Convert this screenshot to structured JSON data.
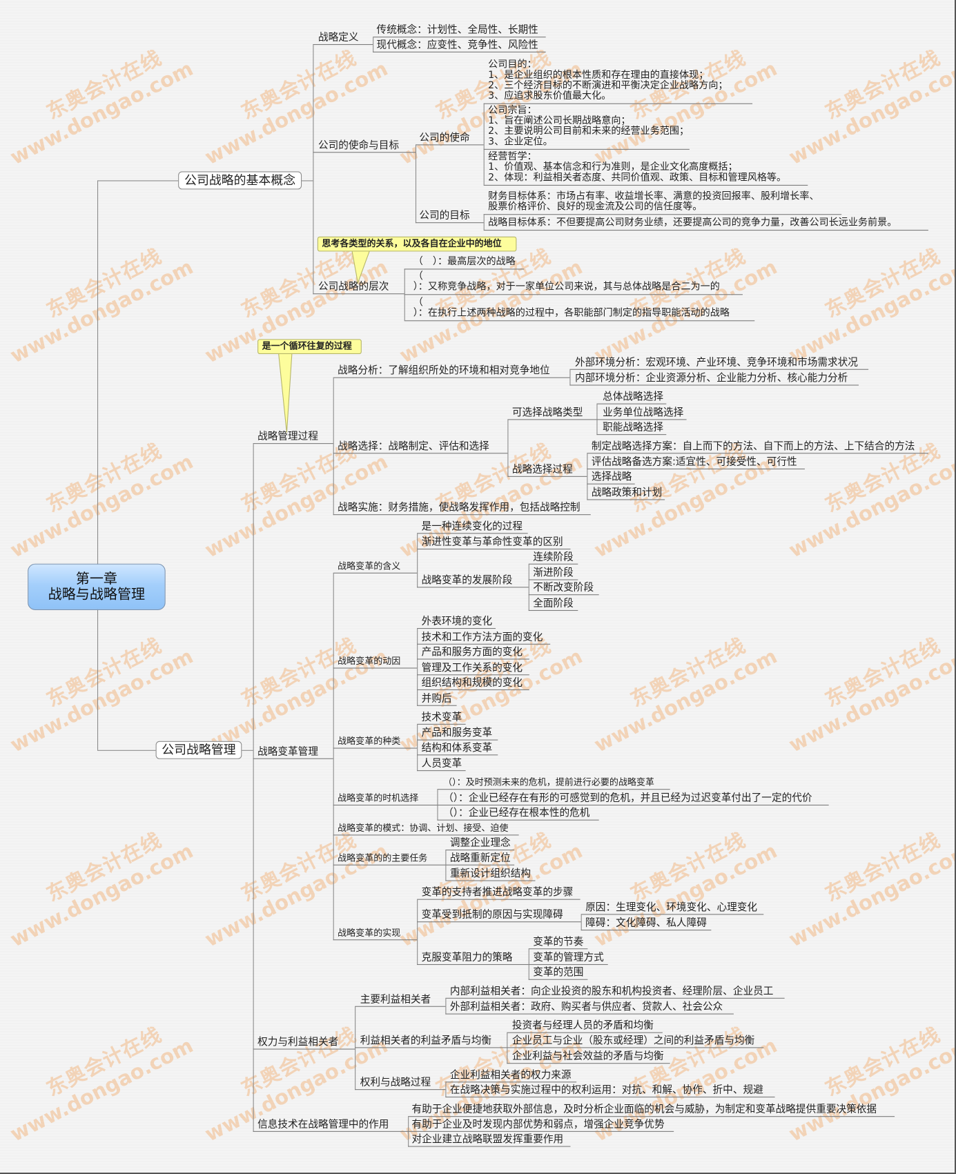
{
  "root": {
    "line1": "第一章",
    "line2": "战略与战略管理"
  },
  "basics": {
    "label": "公司战略的基本概念",
    "definition": {
      "label": "战略定义",
      "items": [
        "传统概念：计划性、全局性、长期性",
        "现代概念：应变性、竞争性、风险性"
      ]
    },
    "mission_goals": {
      "label": "公司的使命与目标",
      "mission": {
        "label": "公司的使命",
        "purpose": [
          "公司目的：",
          "1、是企业组织的根本性质和存在理由的直接体现；",
          "2、三个经济目标的不断演进和平衡决定企业战略方向；",
          "3、应追求股东价值最大化。"
        ],
        "tenet": [
          "公司宗旨：",
          "1、旨在阐述公司长期战略意向；",
          "2、主要说明公司目前和未来的经营业务范围；",
          "3、企业定位。"
        ],
        "philosophy": [
          "经营哲学：",
          "1、价值观、基本信念和行为准则，是企业文化高度概括；",
          "2、体现：利益相关者态度、共同价值观、政策、目标和管理风格等。"
        ]
      },
      "goals": {
        "label": "公司的目标",
        "financial": [
          "财务目标体系：市场占有率、收益增长率、满意的投资回报率、股利增长率、",
          "股票价格评价、良好的现金流及公司的信任度等。"
        ],
        "strategic": [
          "战略目标体系：不但要提高公司财务业绩，还要提高公司的竞争力量，改善公司长远业务前景。"
        ]
      }
    },
    "levels": {
      "label": "公司战略的层次",
      "callout": "思考各类型的关系，以及各自在企业中的地位",
      "items": [
        [
          "（　）：最高层次的战略"
        ],
        [
          "（",
          "）：又称竞争战略，对于一家单位公司来说，其与总体战略是合二为一的"
        ],
        [
          "（",
          "）：在执行上述两种战略的过程中，各职能部门制定的指导职能活动的战略"
        ]
      ]
    }
  },
  "management": {
    "label": "公司战略管理",
    "process": {
      "label": "战略管理过程",
      "callout": "是一个循环往复的过程",
      "analysis": {
        "label": "战略分析：了解组织所处的环境和相对竞争地位",
        "items": [
          "外部环境分析：宏观环境、产业环境、竞争环境和市场需求状况",
          "内部环境分析：企业资源分析、企业能力分析、核心能力分析"
        ]
      },
      "choice": {
        "label": "战略选择：战略制定、评估和选择",
        "types": {
          "label": "可选择战略类型",
          "items": [
            "总体战略选择",
            "业务单位战略选择",
            "职能战略选择"
          ]
        },
        "process": {
          "label": "战略选择过程",
          "items": [
            "制定战略选择方案：自上而下的方法、自下而上的方法、上下结合的方法",
            "评估战略备选方案:适宜性、可接受性、可行性",
            "选择战略",
            "战略政策和计划"
          ]
        }
      },
      "implementation": "战略实施：财务措施，使战略发挥作用，包括战略控制"
    },
    "change": {
      "label": "战略变革管理",
      "meaning": {
        "label": "战略变革的含义",
        "items": [
          "是一种连续变化的过程",
          "渐进性变革与革命性变革的区别"
        ],
        "stages": {
          "label": "战略变革的发展阶段",
          "items": [
            "连续阶段",
            "渐进阶段",
            "不断改变阶段",
            "全面阶段"
          ]
        }
      },
      "causes": {
        "label": "战略变革的动因",
        "items": [
          "外表环境的变化",
          "技术和工作方法方面的变化",
          "产品和服务方面的变化",
          "管理及工作关系的变化",
          "组织结构和规模的变化",
          "并购后"
        ]
      },
      "types": {
        "label": "战略变革的种类",
        "items": [
          "技术变革",
          "产品和服务变革",
          "结构和体系变革",
          "人员变革"
        ]
      },
      "timing": {
        "label": "战略变革的时机选择",
        "items": [
          "（）：及时预测未来的危机，提前进行必要的战略变革",
          "（）：企业已经存在有形的可感觉到的危机，并且已经为过迟变革付出了一定的代价",
          "（）：企业已经存在根本性的危机"
        ]
      },
      "modes": "战略变革的模式：协调、计划、接受、迫使",
      "tasks": {
        "label": "战略变革的的主要任务",
        "items": [
          "调整企业理念",
          "战略重新定位",
          "重新设计组织结构"
        ]
      },
      "realization": {
        "label": "战略变革的实现",
        "steps": "变革的支持者推进战略变革的步骤",
        "resistance": {
          "label": "变革受到抵制的原因与实现障碍",
          "items": [
            "原因：生理变化、环境变化、心理变化",
            "障碍：文化障碍、私人障碍"
          ]
        },
        "overcome": {
          "label": "克服变革阻力的策略",
          "items": [
            "变革的节奏",
            "变革的管理方式",
            "变革的范围"
          ]
        }
      }
    },
    "stakeholders": {
      "label": "权力与利益相关者",
      "main": {
        "label": "主要利益相关者",
        "items": [
          "内部利益相关者：向企业投资的股东和机构投资者、经理阶层、企业员工",
          "外部利益相关者：政府、购买者与供应者、贷款人、社会公众"
        ]
      },
      "conflicts": {
        "label": "利益相关者的利益矛盾与均衡",
        "items": [
          "投资者与经理人员的矛盾和均衡",
          "企业员工与企业（股东或经理）之间的利益矛盾与均衡",
          "企业利益与社会效益的矛盾与均衡"
        ]
      },
      "power": {
        "label": "权利与战略过程",
        "items": [
          "企业利益相关者的权力来源",
          "在战略决策与实施过程中的权利运用：对抗、和解、协作、折中、规避"
        ]
      }
    },
    "it": {
      "label": "信息技术在战略管理中的作用",
      "items": [
        "有助于企业便捷地获取外部信息，及时分析企业面临的机会与威胁，为制定和变革战略提供重要决策依据",
        "有助于企业及时发现内部优势和弱点，增强企业竞争优势",
        "对企业建立战略联盟发挥重要作用"
      ]
    }
  },
  "watermark": {
    "line1": "东奥会计在线",
    "line2": "www.dongao.com"
  },
  "colors": {
    "root_fill": "#a4cffb",
    "callout_fill": "#fdfd9c",
    "watermark": "#f0a864"
  }
}
